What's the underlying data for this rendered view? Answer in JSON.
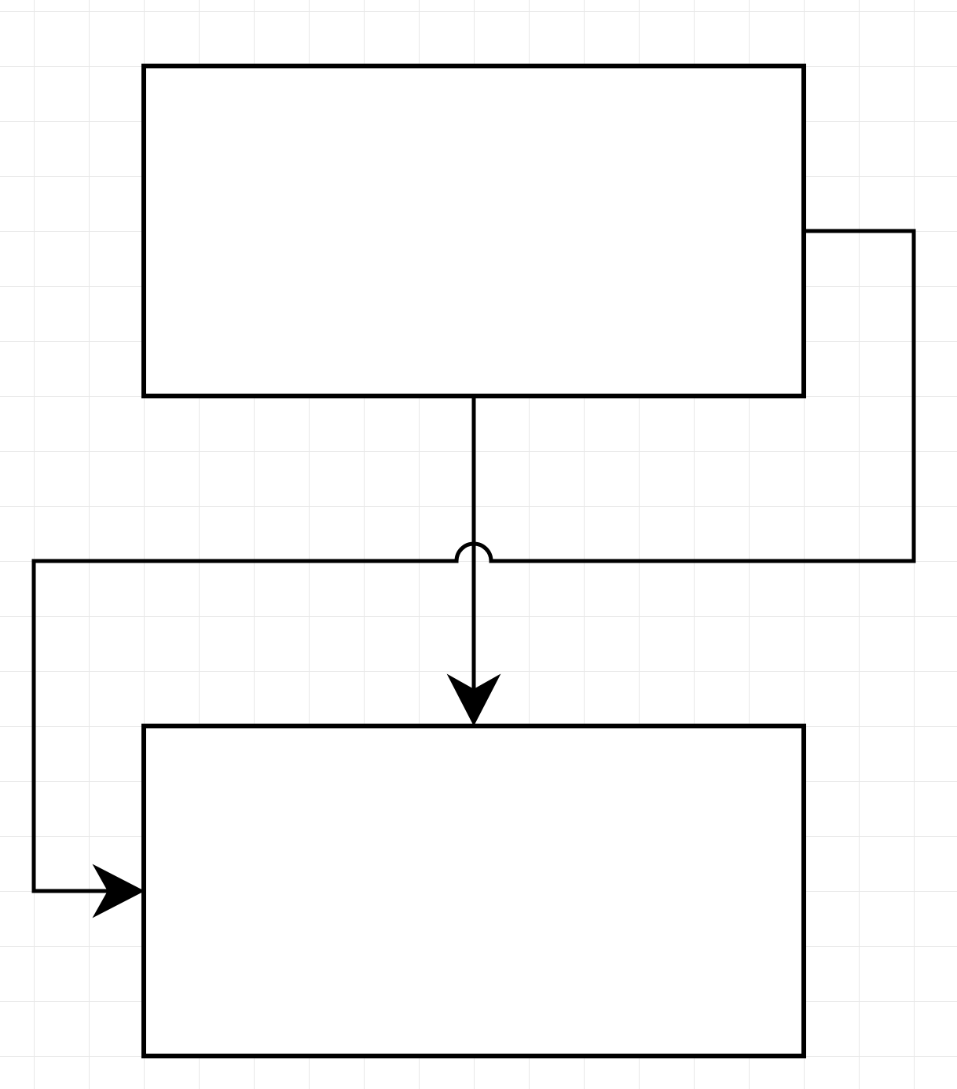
{
  "diagram": {
    "type": "flowchart",
    "grid": true,
    "colors": {
      "background": "#ffffff",
      "grid": "#e8e8e8",
      "stroke": "#000000",
      "box_fill": "#ffffff"
    },
    "nodes": [
      {
        "id": "top-box",
        "label": ""
      },
      {
        "id": "bottom-box",
        "label": ""
      }
    ],
    "edges": [
      {
        "id": "edge-top-bottom",
        "from": "top-box",
        "to": "bottom-box",
        "arrow": "end"
      },
      {
        "id": "edge-top-right-loop",
        "from": "top-box",
        "to": "bottom-box",
        "arrow": "end",
        "line_jump": true
      }
    ]
  }
}
